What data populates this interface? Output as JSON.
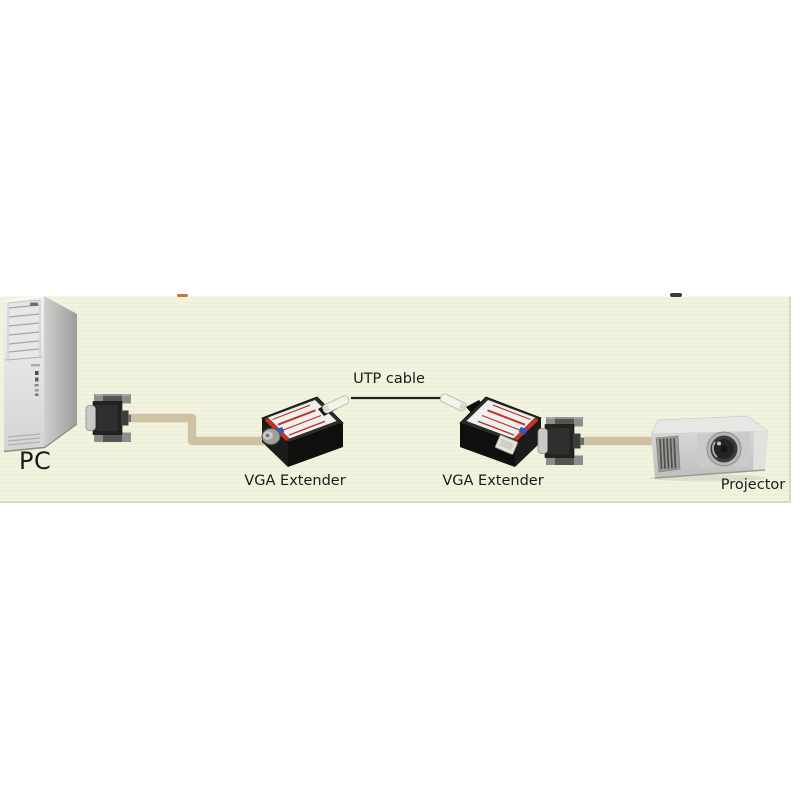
{
  "labels": {
    "pc": "PC",
    "extender_left": "VGA Extender",
    "extender_right": "VGA Extender",
    "utp_cable": "UTP cable",
    "projector": "Projector"
  },
  "diagram": {
    "type": "connection-diagram",
    "nodes": [
      "PC",
      "VGA Extender",
      "VGA Extender",
      "Projector"
    ],
    "links": [
      {
        "from": "PC",
        "to": "VGA Extender"
      },
      {
        "from": "VGA Extender",
        "to": "VGA Extender",
        "label": "UTP cable"
      },
      {
        "from": "VGA Extender",
        "to": "Projector"
      }
    ]
  },
  "colors": {
    "page": "#ffffff",
    "band": "#eef0d8",
    "cable": "#cfc2a4",
    "utp_line": "#222220",
    "box": "#2b2b29",
    "label_face": "#edf0ee",
    "accent_red": "#c23328",
    "accent_blue": "#2b59c3",
    "plug": "#f4f3ea",
    "text": "#1a1a1a"
  }
}
